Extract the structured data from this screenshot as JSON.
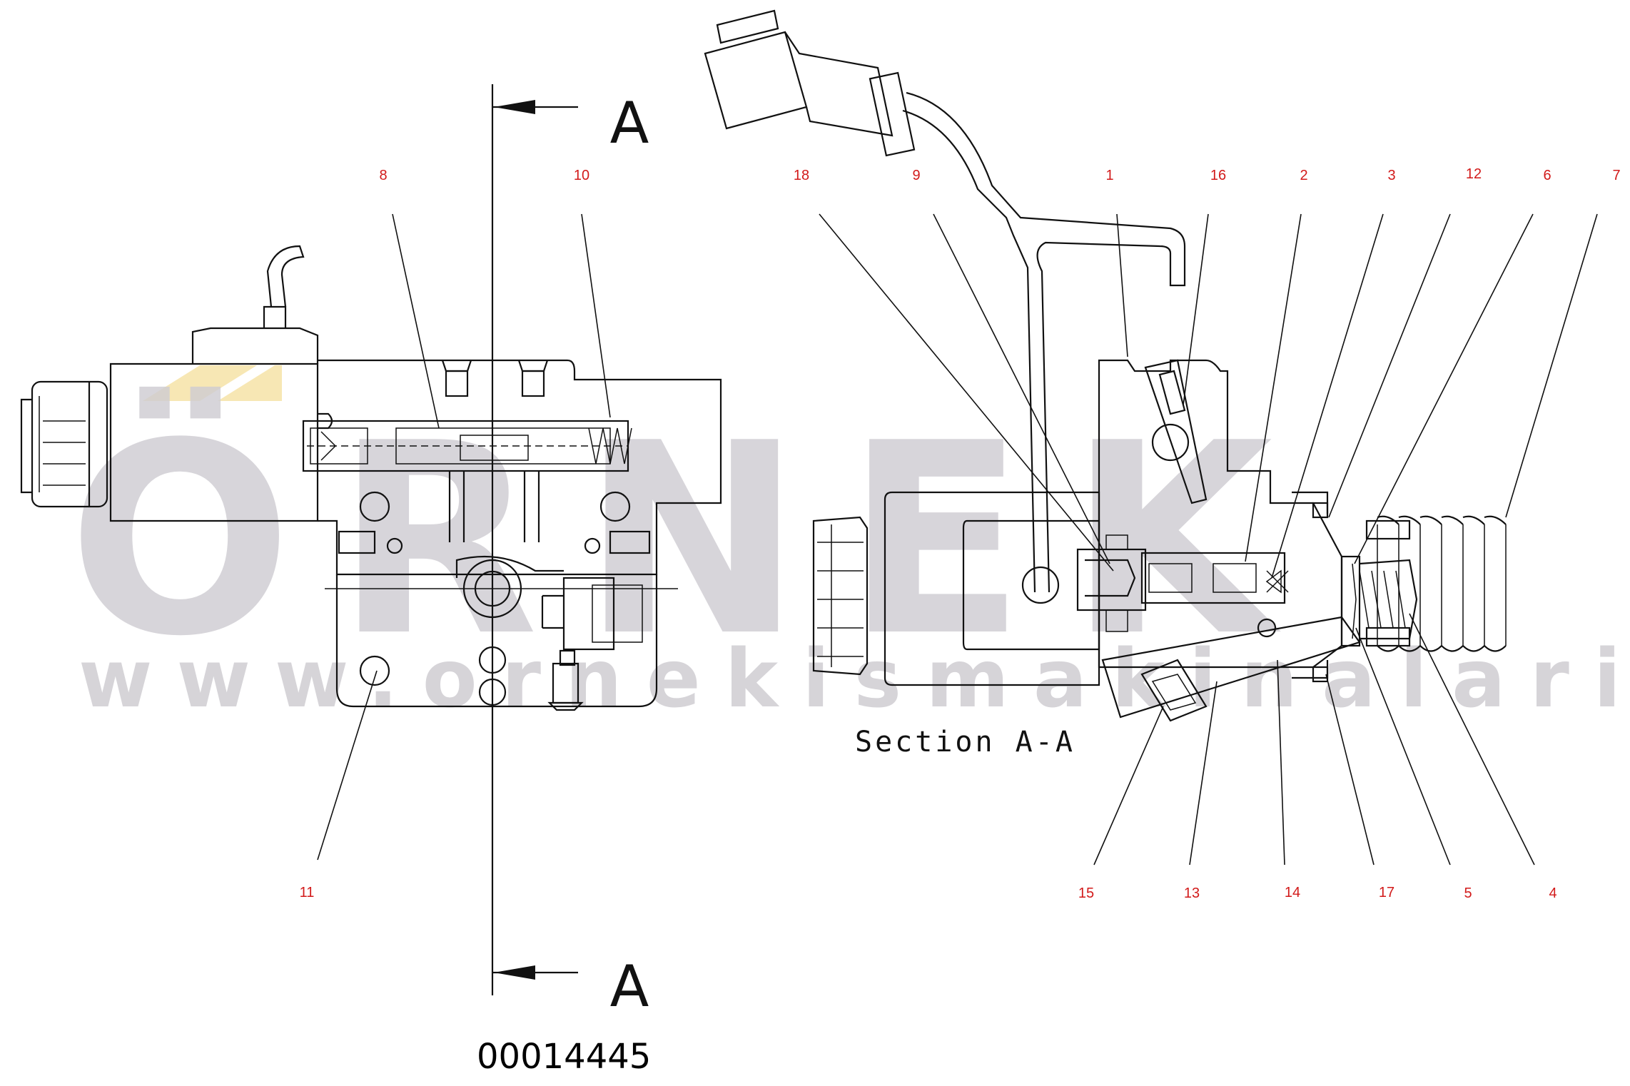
{
  "watermark": {
    "brand": "ÖRNEK",
    "url": "www.ornekismakinalari.com.tr",
    "logo_color": "#f7e7b4",
    "text_color": "#cfcdd2"
  },
  "section_marker": {
    "top_letter": "A",
    "bottom_letter": "A",
    "title": "Section A-A"
  },
  "drawing_number": "00014445",
  "callout_color": "#d21a1a",
  "callouts": {
    "c1": "1",
    "c2": "2",
    "c3": "3",
    "c4": "4",
    "c5": "5",
    "c6": "6",
    "c7": "7",
    "c8": "8",
    "c9": "9",
    "c10": "10",
    "c11": "11",
    "c12": "12",
    "c13": "13",
    "c14": "14",
    "c15": "15",
    "c16": "16",
    "c17": "17",
    "c18": "18"
  }
}
